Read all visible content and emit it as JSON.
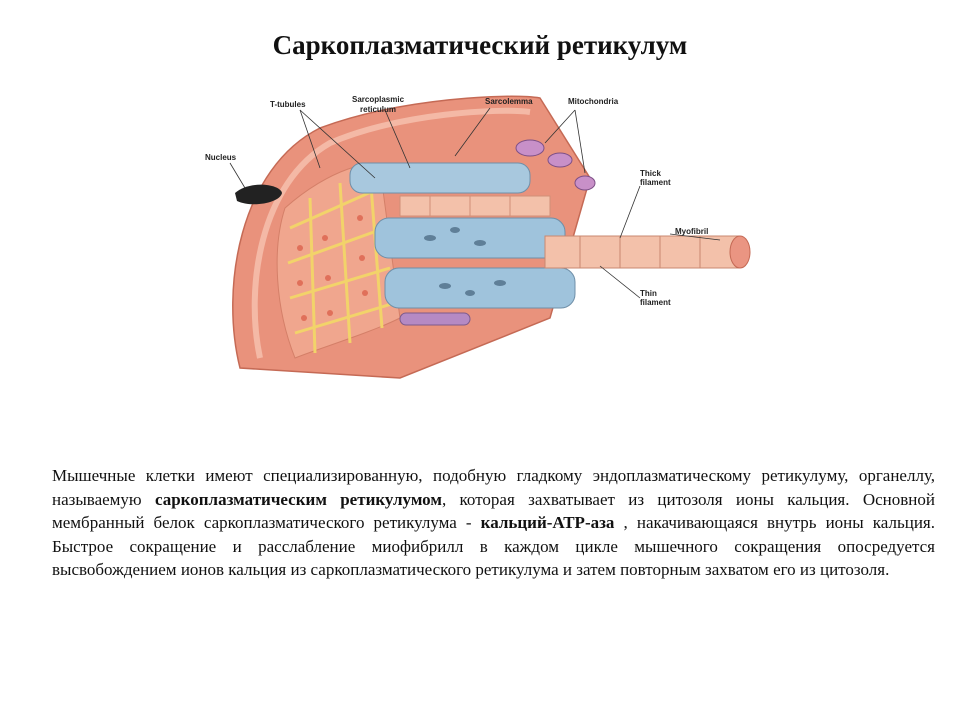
{
  "slide": {
    "title": "Саркоплазматический ретикулум"
  },
  "figure": {
    "labels": {
      "t_tubules": "T-tubules",
      "sr_line1": "Sarcoplasmic",
      "sr_line2": "reticulum",
      "sarcolemma": "Sarcolemma",
      "mitochondria": "Mitochondria",
      "nucleus": "Nucleus",
      "thick_line1": "Thick",
      "thick_line2": "filament",
      "myofibril": "Myofibril",
      "thin_line1": "Thin",
      "thin_line2": "filament"
    },
    "colors": {
      "sarcolemma": "#e8907a",
      "reticulum": "#9fc3dc",
      "t_tubule": "#f2d36a",
      "myofibril": "#f0b8a0",
      "nucleus": "#222222",
      "mitochondria": "#b57bb8"
    }
  },
  "body": {
    "p1": "Мышечные клетки имеют специализированную, подобную гладкому эндоплазматическому ретикулуму, органеллу, называемую ",
    "b1": "саркоплазматическим ретикулумом",
    "p2": ", которая захватывает из цитозоля ионы кальция.  Основной мембранный белок саркоплазматического ретикулума - ",
    "b2": "кальций-АТР-аза",
    "p3": " , накачивающаяся внутрь ионы кальция. Быстрое сокращение и расслабление миофибрилл в каждом цикле мышечного сокращения опосредуется высвобождением ионов кальция из саркоплазматического ретикулума и затем повторным захватом его из цитозоля."
  }
}
